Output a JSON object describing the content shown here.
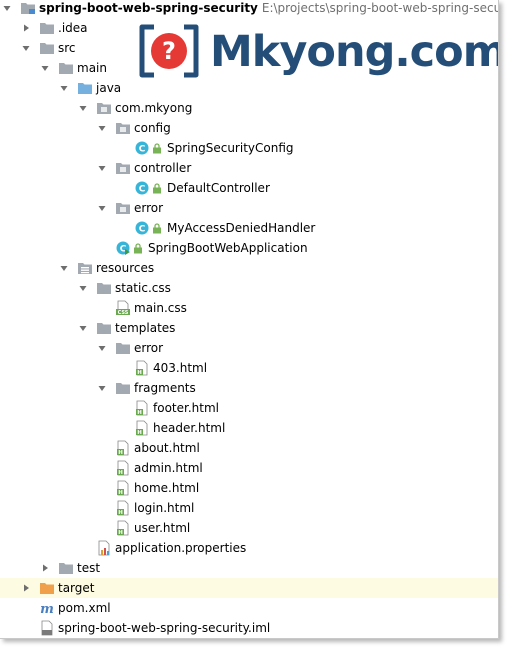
{
  "logo": {
    "text": "Mkyong.com",
    "color": "#244e78",
    "accent": "#e53935",
    "icon": "bracket-question-icon"
  },
  "tree": [
    {
      "label": "spring-boot-web-spring-security",
      "path": "E:\\projects\\spring-boot-web-spring-security",
      "icon": "module-folder-icon",
      "arrow": "expanded",
      "level": 0,
      "bold": true
    },
    {
      "label": ".idea",
      "icon": "folder-icon",
      "arrow": "collapsed",
      "level": 1
    },
    {
      "label": "src",
      "icon": "folder-icon",
      "arrow": "expanded",
      "level": 1
    },
    {
      "label": "main",
      "icon": "folder-icon",
      "arrow": "expanded",
      "level": 2
    },
    {
      "label": "java",
      "icon": "source-folder-icon",
      "arrow": "expanded",
      "level": 3
    },
    {
      "label": "com.mkyong",
      "icon": "package-icon",
      "arrow": "expanded",
      "level": 4
    },
    {
      "label": "config",
      "icon": "package-icon",
      "arrow": "expanded",
      "level": 5
    },
    {
      "label": "SpringSecurityConfig",
      "icon": "class-icon",
      "arrow": "none",
      "level": 6,
      "lock": true
    },
    {
      "label": "controller",
      "icon": "package-icon",
      "arrow": "expanded",
      "level": 5
    },
    {
      "label": "DefaultController",
      "icon": "class-icon",
      "arrow": "none",
      "level": 6,
      "lock": true
    },
    {
      "label": "error",
      "icon": "package-icon",
      "arrow": "expanded",
      "level": 5
    },
    {
      "label": "MyAccessDeniedHandler",
      "icon": "class-icon",
      "arrow": "none",
      "level": 6,
      "lock": true
    },
    {
      "label": "SpringBootWebApplication",
      "icon": "run-class-icon",
      "arrow": "none",
      "level": 5,
      "lock": true
    },
    {
      "label": "resources",
      "icon": "resources-folder-icon",
      "arrow": "expanded",
      "level": 3
    },
    {
      "label": "static.css",
      "icon": "folder-icon",
      "arrow": "expanded",
      "level": 4
    },
    {
      "label": "main.css",
      "icon": "css-file-icon",
      "arrow": "none",
      "level": 5
    },
    {
      "label": "templates",
      "icon": "folder-icon",
      "arrow": "expanded",
      "level": 4
    },
    {
      "label": "error",
      "icon": "folder-icon",
      "arrow": "expanded",
      "level": 5
    },
    {
      "label": "403.html",
      "icon": "html-file-icon",
      "arrow": "none",
      "level": 6
    },
    {
      "label": "fragments",
      "icon": "folder-icon",
      "arrow": "expanded",
      "level": 5
    },
    {
      "label": "footer.html",
      "icon": "html-file-icon",
      "arrow": "none",
      "level": 6
    },
    {
      "label": "header.html",
      "icon": "html-file-icon",
      "arrow": "none",
      "level": 6
    },
    {
      "label": "about.html",
      "icon": "html-file-icon",
      "arrow": "none",
      "level": 5
    },
    {
      "label": "admin.html",
      "icon": "html-file-icon",
      "arrow": "none",
      "level": 5
    },
    {
      "label": "home.html",
      "icon": "html-file-icon",
      "arrow": "none",
      "level": 5
    },
    {
      "label": "login.html",
      "icon": "html-file-icon",
      "arrow": "none",
      "level": 5
    },
    {
      "label": "user.html",
      "icon": "html-file-icon",
      "arrow": "none",
      "level": 5
    },
    {
      "label": "application.properties",
      "icon": "properties-file-icon",
      "arrow": "none",
      "level": 4
    },
    {
      "label": "test",
      "icon": "folder-icon",
      "arrow": "collapsed",
      "level": 2
    },
    {
      "label": "target",
      "icon": "excluded-folder-icon",
      "arrow": "collapsed",
      "level": 1,
      "highlight": true
    },
    {
      "label": "pom.xml",
      "icon": "maven-file-icon",
      "arrow": "none",
      "level": 1
    },
    {
      "label": "spring-boot-web-spring-security.iml",
      "icon": "iml-file-icon",
      "arrow": "none",
      "level": 1
    }
  ],
  "colors": {
    "folder": "#a3a9b0",
    "source_folder": "#76b0df",
    "excluded_folder": "#f0a04b",
    "class_badge": "#36b5d9",
    "lock": "#79b358",
    "html_badge": "#6aa84f",
    "highlight_row": "#fdfbe1"
  }
}
